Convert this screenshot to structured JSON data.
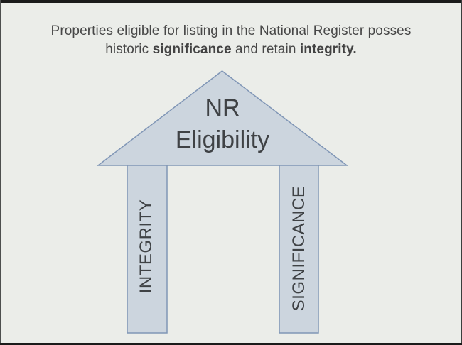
{
  "slide": {
    "background_color": "#ebede9",
    "frame_color": "#1b1b1b"
  },
  "title": {
    "line1": "Properties eligible for listing in the National Register posses",
    "line2_part1": "historic ",
    "line2_bold1": "significance",
    "line2_part2": " and retain ",
    "line2_bold2": "integrity."
  },
  "diagram": {
    "roof_label_line1": "NR",
    "roof_label_line2": "Eligibility",
    "left_pillar_label": "INTEGRITY",
    "right_pillar_label": "SIGNIFICANCE",
    "shape_fill": "#ccd5de",
    "shape_border": "#8096b6",
    "label_color": "#3f4245"
  }
}
